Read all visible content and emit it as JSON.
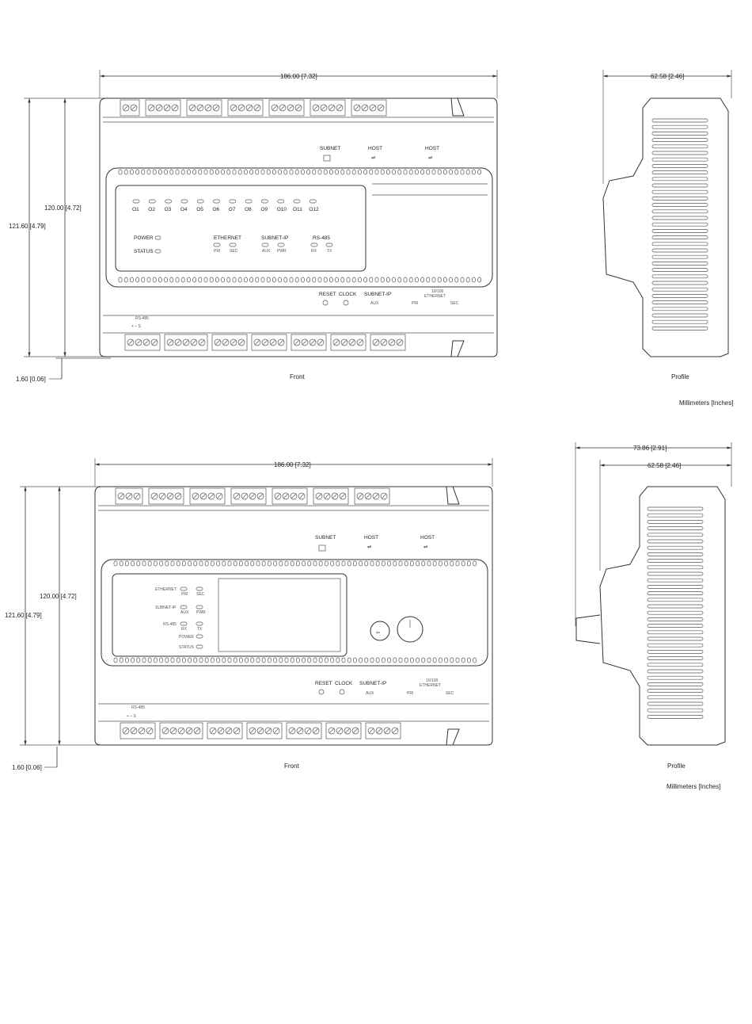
{
  "top": {
    "dim_width": "186.00",
    "dim_width_in": "7.32",
    "dim_height_inner": "120.00",
    "dim_height_inner_in": "4.72",
    "dim_height_outer": "121.60",
    "dim_height_outer_in": "4.79",
    "dim_base": "1.60",
    "dim_base_in": "0.06",
    "profile_depth": "62.58",
    "profile_depth_in": "2.46",
    "front_caption": "Front",
    "profile_caption": "Profile",
    "units_note": "Millimeters [Inches]",
    "port_subnet": "SUBNET",
    "port_host1": "HOST",
    "port_host2": "HOST",
    "outputs": [
      "O1",
      "O2",
      "O3",
      "O4",
      "O5",
      "O6",
      "O7",
      "O8",
      "O9",
      "O10",
      "O11",
      "O12"
    ],
    "power_label": "POWER",
    "status_label": "STATUS",
    "ethernet_label": "ETHERNET",
    "eth_pri": "PRI",
    "eth_sec": "SEC",
    "subnet_ip_label": "SUBNET-IP",
    "aux_label": "AUX",
    "pwr_label": "PWR",
    "rs485_label": "RS-485",
    "rx_label": "RX",
    "tx_label": "TX",
    "reset_label": "RESET",
    "clock_label": "CLOCK",
    "bottom_subnet_ip": "SUBNET-IP",
    "bottom_aux": "AUX",
    "bottom_ethernet_speed": "10/100",
    "bottom_ethernet": "ETHERNET",
    "bottom_pri": "PRI",
    "bottom_sec": "SEC",
    "bottom_rs485": "RS-485",
    "bottom_rs485_pins": "+   –   S"
  },
  "bottom": {
    "dim_width": "186.00",
    "dim_width_in": "7.32",
    "dim_height_inner": "120.00",
    "dim_height_inner_in": "4.72",
    "dim_height_outer": "121.60",
    "dim_height_outer_in": "4.79",
    "dim_base": "1.60",
    "dim_base_in": "0.06",
    "profile_depth_total": "73.86",
    "profile_depth_total_in": "2.91",
    "profile_depth": "62.58",
    "profile_depth_in": "2.46",
    "front_caption": "Front",
    "profile_caption": "Profile",
    "units_note": "Millimeters [Inches]",
    "port_subnet": "SUBNET",
    "port_host1": "HOST",
    "port_host2": "HOST",
    "ethernet_label": "ETHERNET",
    "eth_pri": "PRI",
    "eth_sec": "SEC",
    "subnet_ip_label": "SUBNET-IP",
    "aux_label": "AUX",
    "pwr_label": "PWR",
    "rs485_label": "RS-485",
    "rx_label": "RX",
    "tx_label": "TX",
    "power_label": "POWER",
    "status_label": "STATUS",
    "reset_label": "RESET",
    "clock_label": "CLOCK",
    "bottom_subnet_ip": "SUBNET-IP",
    "bottom_aux": "AUX",
    "bottom_ethernet_speed": "10/100",
    "bottom_ethernet": "ETHERNET",
    "bottom_pri": "PRI",
    "bottom_sec": "SEC",
    "bottom_rs485": "RS-485",
    "bottom_rs485_pins": "+   –   S"
  }
}
